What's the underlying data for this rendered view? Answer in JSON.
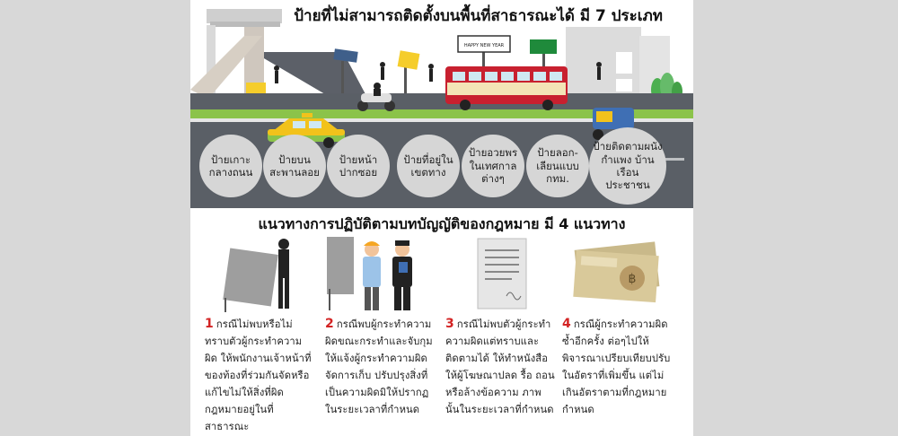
{
  "heading_types": "ป้ายที่ไม่สามารถติดตั้งบนพื้นที่สาธารณะได้ มี 7 ประเภท",
  "billboard_text": "HAPPY NEW YEAR",
  "sign_types": [
    {
      "label": "ป้ายเกาะ\nกลางถนน"
    },
    {
      "label": "ป้ายบน\nสะพานลอย"
    },
    {
      "label": "ป้ายหน้า\nปากซอย"
    },
    {
      "label": "ป้ายที่อยู่ใน\nเขตทาง"
    },
    {
      "label": "ป้ายอวยพร\nในเทศกาล\nต่างๆ"
    },
    {
      "label": "ป้ายลอก-\nเลียนแบบ\nกทม."
    },
    {
      "label": "ป้ายติดตามผนัง\nกำแพง บ้านเรือน\nประชาชน"
    }
  ],
  "heading_guidelines": "แนวทางการปฏิบัติตามบทบัญญัติของกฎหมาย มี 4 แนวทาง",
  "guidelines": [
    {
      "num": "1",
      "text": "กรณีไม่พบหรือไม่ทราบตัวผู้กระทำความผิด ให้พนักงานเจ้าหน้าที่ของท้องที่ร่วมกันจัดหรือแก้ไขไม่ให้สิ่งที่ผิดกฎหมายอยู่ในที่สาธารณะ"
    },
    {
      "num": "2",
      "text": "กรณีพบผู้กระทำความผิดขณะกระทำและจับกุม ให้แจ้งผู้กระทำความผิดจัดการเก็บ ปรับปรุงสิ่งที่เป็นความผิดมิให้ปรากฏในระยะเวลาที่กำหนด"
    },
    {
      "num": "3",
      "text": "กรณีไม่พบตัวผู้กระทำความผิดแต่ทราบและติดตามได้ ให้ทำหนังสือให้ผู้โฆษณาปลด รื้อ ถอน หรือล้างข้อความ ภาพนั้นในระยะเวลาที่กำหนด"
    },
    {
      "num": "4",
      "text": "กรณีผู้กระทำความผิดซ้ำอีกครั้ง ต่อๆไปให้พิจารณาเปรียบเทียบปรับในอัตราที่เพิ่มขึ้น แต่ไม่เกินอัตราตามที่กฎหมายกำหนด"
    }
  ],
  "colors": {
    "accent_red": "#d32323",
    "road": "#5a5f66",
    "green_strip": "#8bc34a",
    "taxi": "#f2c21b",
    "bus": "#c8202f",
    "bubble": "#d6d6d6"
  },
  "icons": [
    "bridge-icon",
    "taxi-icon",
    "bus-icon",
    "motorcycle-icon",
    "tuktuk-icon",
    "tree-icon",
    "worker-icon",
    "document-icon",
    "banknote-icon"
  ]
}
